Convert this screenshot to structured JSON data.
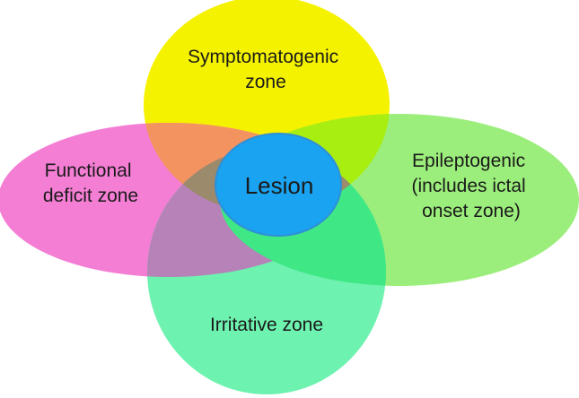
{
  "zones": {
    "symptomatogenic": {
      "line1": "Symptomatogenic",
      "line2": "zone",
      "color": "#f5f200"
    },
    "functional_deficit": {
      "line1": "Functional",
      "line2": "deficit zone",
      "color": "#f47ed4"
    },
    "epileptogenic": {
      "line1": "Epileptogenic",
      "line2": "(includes ictal",
      "line3": "onset zone)",
      "color": "#9cee7c"
    },
    "irritative": {
      "line1": "Irritative zone",
      "color": "#6ef2b0"
    }
  },
  "lesion": {
    "label": "Lesion",
    "color": "#1aa3f0",
    "border_color": "#2f8fd6"
  },
  "overlap_colors": {
    "symptomatogenic_functional": "#f39460",
    "symptomatogenic_epileptogenic": "#a8ee10",
    "functional_irritative": "#b682b8",
    "epileptogenic_irritative": "#3fe884",
    "center": "#9b8a6c"
  }
}
